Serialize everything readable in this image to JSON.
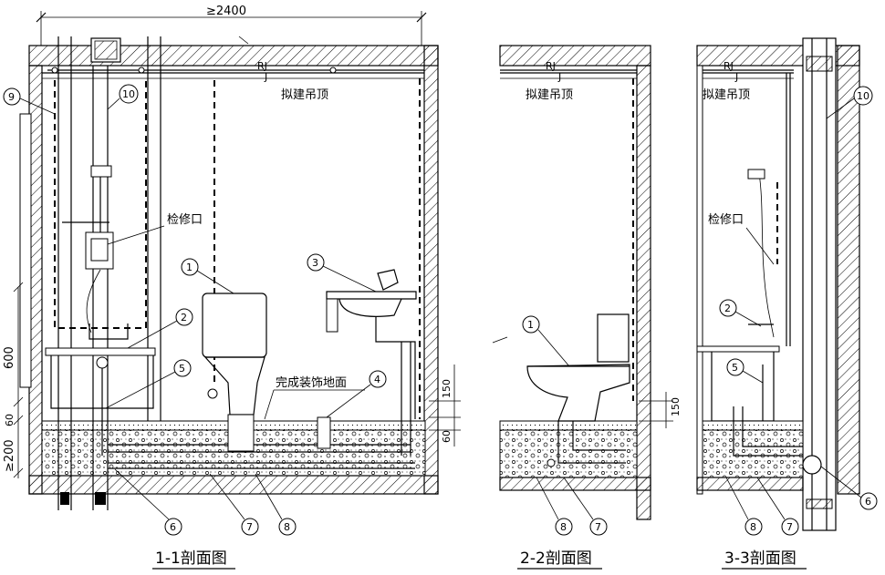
{
  "dims": {
    "overall_width": "≥2400",
    "d600": "600",
    "d60": "60",
    "d200": "≥200",
    "d150_a": "150",
    "d60_b": "60",
    "d150_b": "150"
  },
  "labels": {
    "ceiling": "拟建吊顶",
    "access_port": "检修口",
    "finished_floor": "完成装饰地面",
    "rj": "RJ",
    "j": "J"
  },
  "markers": [
    "1",
    "2",
    "3",
    "4",
    "5",
    "6",
    "7",
    "8",
    "9",
    "10"
  ],
  "sections": {
    "s1": "1-1剖面图",
    "s2": "2-2剖面图",
    "s3": "3-3剖面图"
  }
}
